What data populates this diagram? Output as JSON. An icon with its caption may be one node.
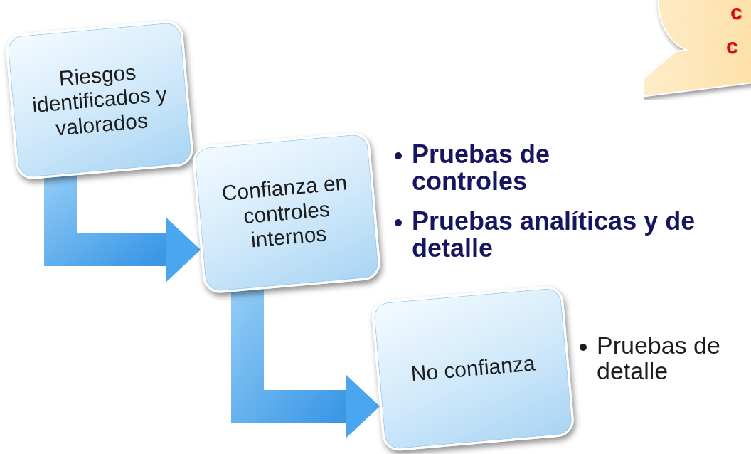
{
  "diagram": {
    "nodes": [
      {
        "text": [
          "Riesgos identificados y valorados"
        ]
      },
      {
        "text": [
          "Confianza en controles internos"
        ]
      },
      {
        "text": [
          "No confianza"
        ]
      },
      {
        "text": [
          "c",
          "c"
        ]
      }
    ],
    "edges": [
      {
        "from": 0,
        "to": 1,
        "arrow": "to",
        "style": "thick"
      },
      {
        "from": 1,
        "to": 2,
        "arrow": "to",
        "style": "thick"
      }
    ],
    "labels": [
      "Pruebas de controles",
      "Pruebas analíticas y de detalle",
      "Pruebas de detalle"
    ]
  }
}
